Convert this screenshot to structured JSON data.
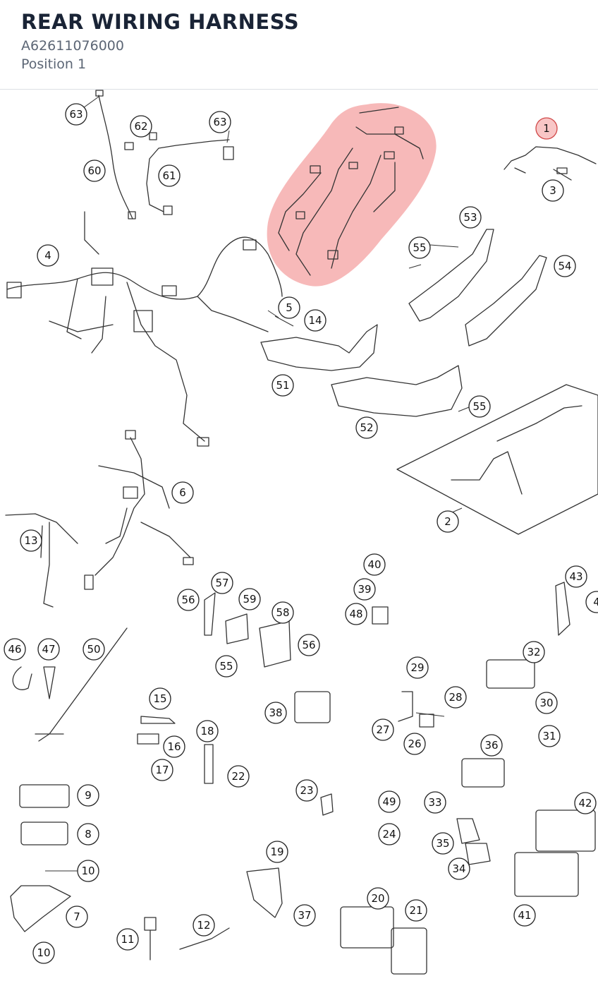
{
  "header": {
    "title": "REAR WIRING HARNESS",
    "part_number": "A62611076000",
    "position": "Position 1"
  },
  "highlight": {
    "color": "#f08080",
    "selected_callout": "1"
  },
  "callouts": [
    "1",
    "2",
    "3",
    "4",
    "5",
    "6",
    "7",
    "8",
    "9",
    "10",
    "10",
    "11",
    "12",
    "13",
    "14",
    "15",
    "16",
    "17",
    "18",
    "19",
    "20",
    "21",
    "22",
    "23",
    "24",
    "26",
    "27",
    "28",
    "29",
    "30",
    "31",
    "32",
    "33",
    "34",
    "35",
    "36",
    "37",
    "38",
    "39",
    "40",
    "41",
    "42",
    "43",
    "4",
    "46",
    "47",
    "48",
    "49",
    "50",
    "51",
    "52",
    "53",
    "54",
    "55",
    "55",
    "55",
    "56",
    "56",
    "57",
    "58",
    "59",
    "60",
    "61",
    "62",
    "63",
    "63"
  ]
}
